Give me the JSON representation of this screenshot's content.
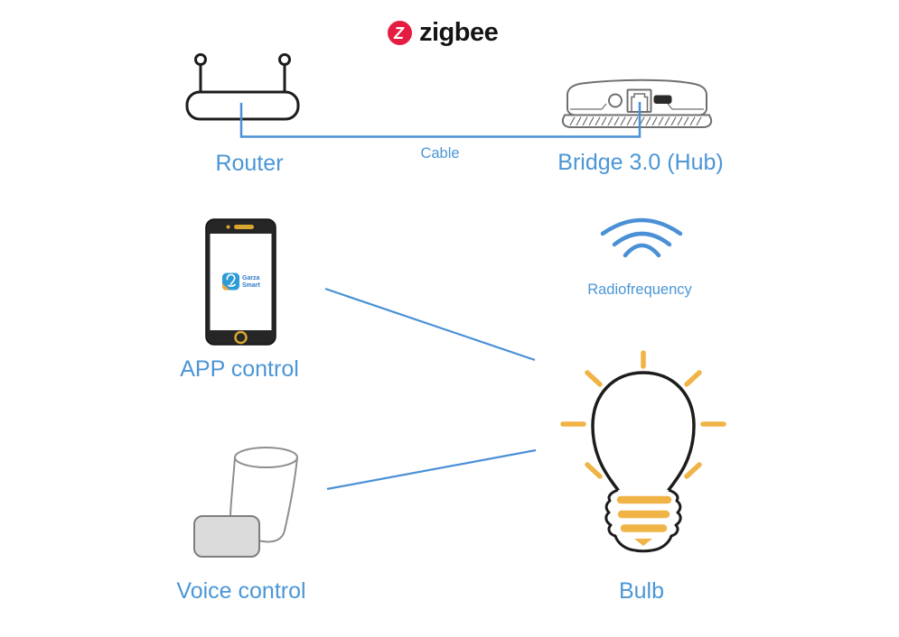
{
  "header": {
    "brand_letter": "Z",
    "brand_name": "zigbee"
  },
  "nodes": {
    "router": {
      "label": "Router"
    },
    "cable": {
      "label": "Cable"
    },
    "bridge": {
      "label": "Bridge 3.0 (Hub)"
    },
    "app": {
      "label": "APP control",
      "phone_app_line1": "Garza",
      "phone_app_line2": "Smart"
    },
    "radiofrequency": {
      "label": "Radiofrequency"
    },
    "voice": {
      "label": "Voice control"
    },
    "bulb": {
      "label": "Bulb"
    }
  },
  "icons": [
    "zigbee-logo-icon",
    "router-icon",
    "bridge-hub-icon",
    "smartphone-icon",
    "garza-smart-app-icon",
    "radiofrequency-waves-icon",
    "smart-speaker-icon",
    "light-bulb-icon"
  ],
  "colors": {
    "accent_blue": "#4B96D6",
    "line_blue": "#4A90D6",
    "gold": "#F0B446",
    "brand_red": "#E51C41",
    "outline_black": "#1C1C1C",
    "outline_gray": "#6F6F6F"
  }
}
